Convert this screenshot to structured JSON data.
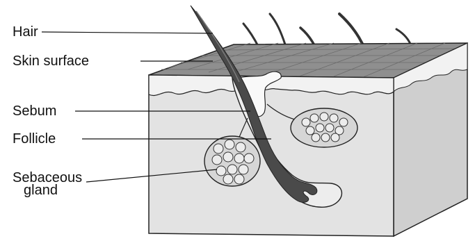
{
  "labels": {
    "hair": "Hair",
    "skin_surface": "Skin surface",
    "sebum": "Sebum",
    "follicle": "Follicle",
    "sebaceous_line1": "Sebaceous",
    "sebaceous_line2": "gland"
  },
  "colors": {
    "outline": "#222222",
    "box_face": "#e3e3e3",
    "box_side": "#cfcfcf",
    "top_surface": "#8f8f8f",
    "epidermis": "#f2f2f2",
    "hair": "#4a4a4a",
    "sebum": "#f7f7f7",
    "gland_fill": "#d6d6d6",
    "cell_fill": "#ececec"
  }
}
